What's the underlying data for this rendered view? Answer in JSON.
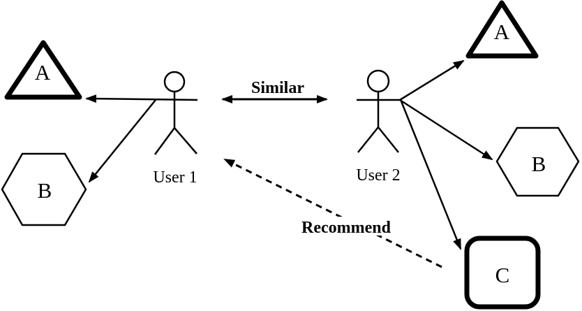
{
  "figure": {
    "background": "#ffffff",
    "stroke_color": "#000000",
    "users": [
      {
        "id": "user-1",
        "label": "User 1"
      },
      {
        "id": "user-2",
        "label": "User 2"
      }
    ],
    "items": [
      {
        "id": "triangle-a-left",
        "shape": "triangle",
        "label": "A",
        "outline": "bold"
      },
      {
        "id": "hexagon-b-left",
        "shape": "hexagon",
        "label": "B",
        "outline": "normal"
      },
      {
        "id": "triangle-a-right",
        "shape": "triangle",
        "label": "A",
        "outline": "bold"
      },
      {
        "id": "hexagon-b-right",
        "shape": "hexagon",
        "label": "B",
        "outline": "normal"
      },
      {
        "id": "square-c",
        "shape": "rounded-square",
        "label": "C",
        "outline": "bold"
      }
    ],
    "relations": [
      {
        "id": "similar",
        "label": "Similar",
        "style": "solid-double-headed-arrow",
        "between": [
          "user-1",
          "user-2"
        ]
      },
      {
        "id": "recommend",
        "label": "Recommend",
        "style": "dashed-arrow",
        "from": "square-c",
        "to": "user-1"
      }
    ],
    "edges": [
      {
        "from": "user-1",
        "to": "triangle-a-left"
      },
      {
        "from": "user-1",
        "to": "hexagon-b-left"
      },
      {
        "from": "user-2",
        "to": "triangle-a-right"
      },
      {
        "from": "user-2",
        "to": "hexagon-b-right"
      },
      {
        "from": "user-2",
        "to": "square-c"
      }
    ]
  }
}
